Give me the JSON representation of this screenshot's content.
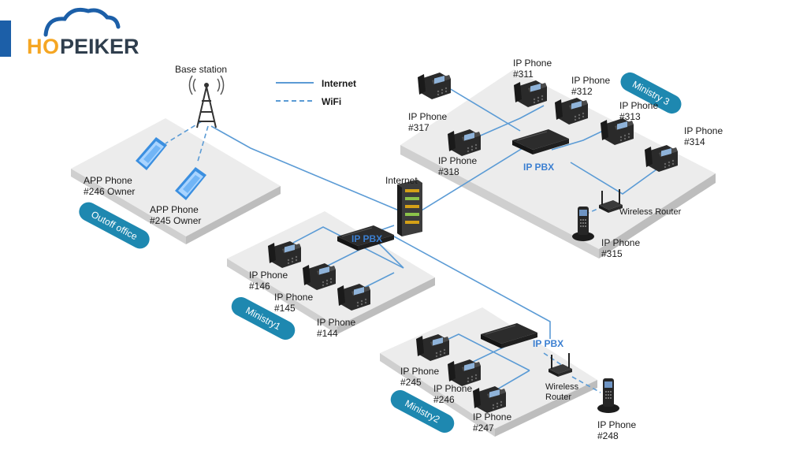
{
  "logo": {
    "first": "H",
    "o": "O",
    "rest": "PEIKER",
    "accent": "#f5a623",
    "text_color": "#2f3e4d",
    "cloud_color": "#1c5fa8"
  },
  "legend": {
    "internet": "Internet",
    "wifi": "WiFi",
    "line_color": "#5b9bd5"
  },
  "base_station": "Base station",
  "internet_server": "Internet",
  "pbx_label": "IP PBX",
  "wireless_router_inline": "Wireless Router",
  "wireless_router_l1": "Wireless",
  "wireless_router_l2": "Router",
  "zones": {
    "outoff": "Outoff office",
    "ministry1": "Ministry1",
    "ministry2": "Ministry2",
    "ministry3": "Ministry 3"
  },
  "app_phones": [
    {
      "l1": "APP Phone",
      "l2": "#246 Owner"
    },
    {
      "l1": "APP Phone",
      "l2": "#245 Owner"
    }
  ],
  "m1_phones": [
    {
      "l1": "IP Phone",
      "l2": "#146"
    },
    {
      "l1": "IP Phone",
      "l2": "#145"
    },
    {
      "l1": "IP Phone",
      "l2": "#144"
    }
  ],
  "m2_phones": [
    {
      "l1": "IP Phone",
      "l2": "#245"
    },
    {
      "l1": "IP Phone",
      "l2": "#246"
    },
    {
      "l1": "IP Phone",
      "l2": "#247"
    },
    {
      "l1": "IP Phone",
      "l2": "#248"
    }
  ],
  "m3_phones": [
    {
      "l1": "IP Phone",
      "l2": "#311"
    },
    {
      "l1": "IP Phone",
      "l2": "#312"
    },
    {
      "l1": "IP Phone",
      "l2": "#313"
    },
    {
      "l1": "IP Phone",
      "l2": "#314"
    },
    {
      "l1": "IP Phone",
      "l2": "#315"
    },
    {
      "l1": "IP Phone",
      "l2": "#317"
    },
    {
      "l1": "IP Phone",
      "l2": "#318"
    }
  ],
  "colors": {
    "badge": "#1e88b0",
    "platform": "#ececec",
    "platform_edge": "#c9c9c9",
    "line": "#5b9bd5"
  }
}
